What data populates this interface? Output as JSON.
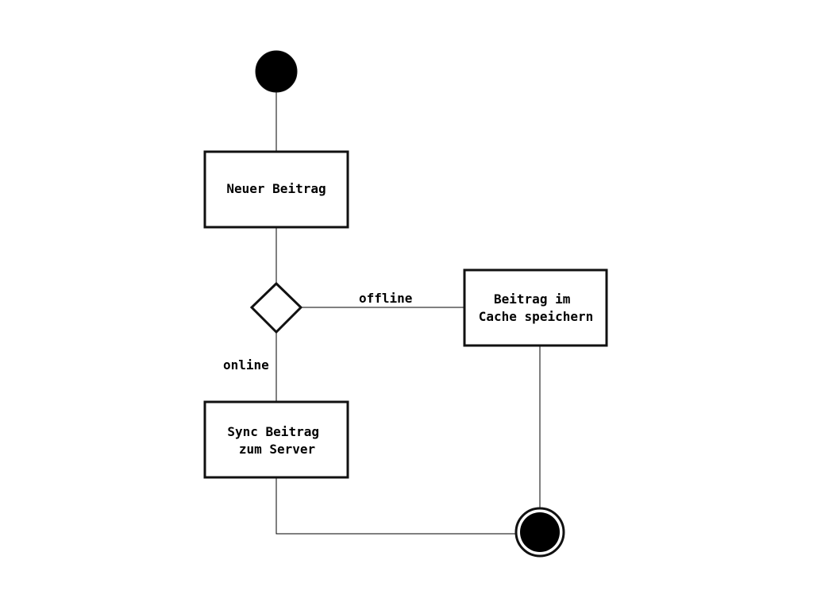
{
  "diagram": {
    "type": "uml-activity",
    "colors": {
      "stroke": "#111111",
      "fill": "#ffffff",
      "node_fill": "#000000",
      "text": "#000000"
    },
    "nodes": {
      "start": {
        "kind": "initial-node"
      },
      "new_post": {
        "kind": "action",
        "label_lines": [
          "Neuer Beitrag"
        ]
      },
      "decision": {
        "kind": "decision"
      },
      "cache_post": {
        "kind": "action",
        "label_lines": [
          "Beitrag im",
          "Cache speichern"
        ]
      },
      "sync_post": {
        "kind": "action",
        "label_lines": [
          "Sync Beitrag",
          "zum Server"
        ]
      },
      "end": {
        "kind": "final-node"
      }
    },
    "edges": {
      "offline": {
        "from": "decision",
        "to": "cache_post",
        "label": "offline"
      },
      "online": {
        "from": "decision",
        "to": "sync_post",
        "label": "online"
      },
      "start_to_new": {
        "from": "start",
        "to": "new_post"
      },
      "new_to_decision": {
        "from": "new_post",
        "to": "decision"
      },
      "cache_to_end": {
        "from": "cache_post",
        "to": "end"
      },
      "sync_to_end": {
        "from": "sync_post",
        "to": "end"
      }
    }
  }
}
